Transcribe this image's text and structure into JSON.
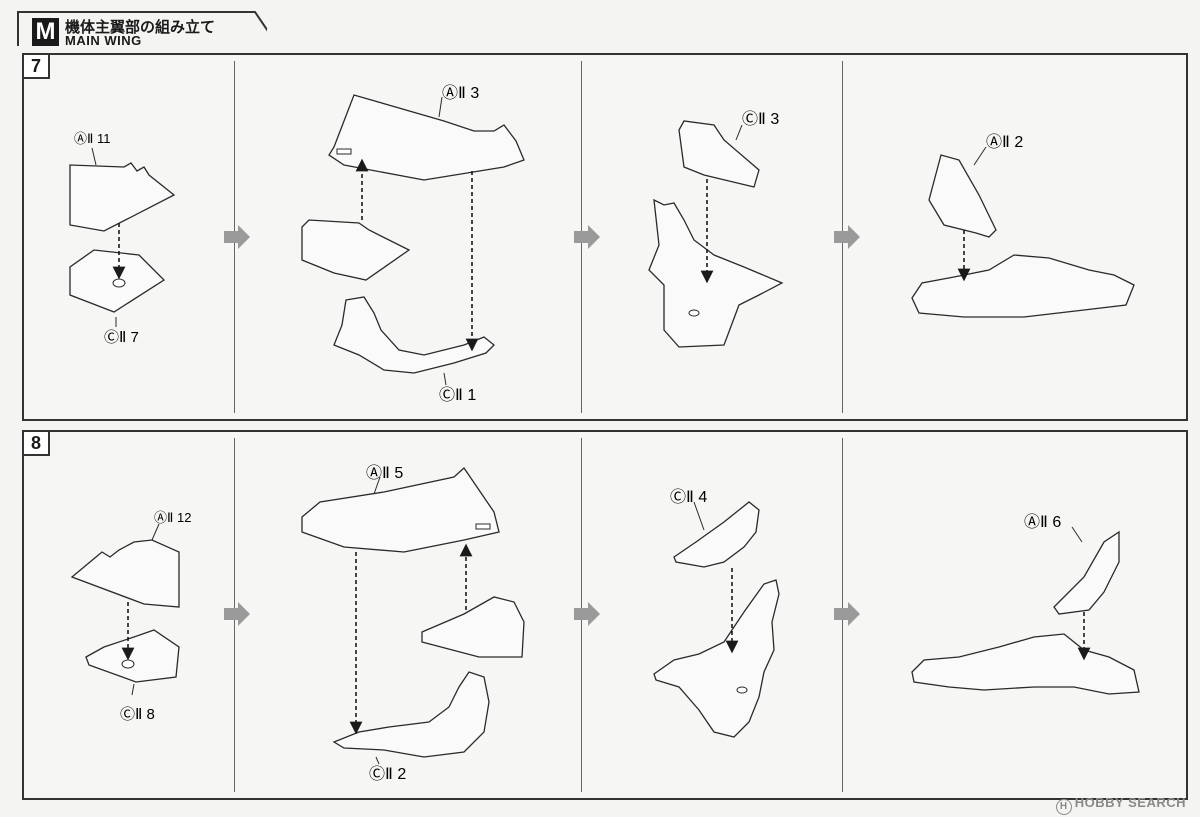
{
  "header": {
    "badge": "M",
    "title_jp": "機体主翼部の組み立て",
    "title_en": "MAIN WING"
  },
  "colors": {
    "part_fill": "#fafafa",
    "line": "#2a2a2a",
    "arrow": "#9a9a9a",
    "accent": "#1a1a1a"
  },
  "steps": [
    {
      "number": "7",
      "labels": {
        "a_top": "ⒶⅡ 11",
        "c_bottom": "ⒸⅡ 7",
        "a_mid": "ⒶⅡ 3",
        "c_mid": "ⒸⅡ 1",
        "c_third": "ⒸⅡ 3",
        "a_final": "ⒶⅡ 2"
      }
    },
    {
      "number": "8",
      "labels": {
        "a_top": "ⒶⅡ 12",
        "c_bottom": "ⒸⅡ 8",
        "a_mid": "ⒶⅡ 5",
        "c_mid": "ⒸⅡ 2",
        "c_third": "ⒸⅡ 4",
        "a_final": "ⒶⅡ 6"
      }
    }
  ],
  "watermark": {
    "badge": "H",
    "text": "HOBBY SEARCH"
  }
}
